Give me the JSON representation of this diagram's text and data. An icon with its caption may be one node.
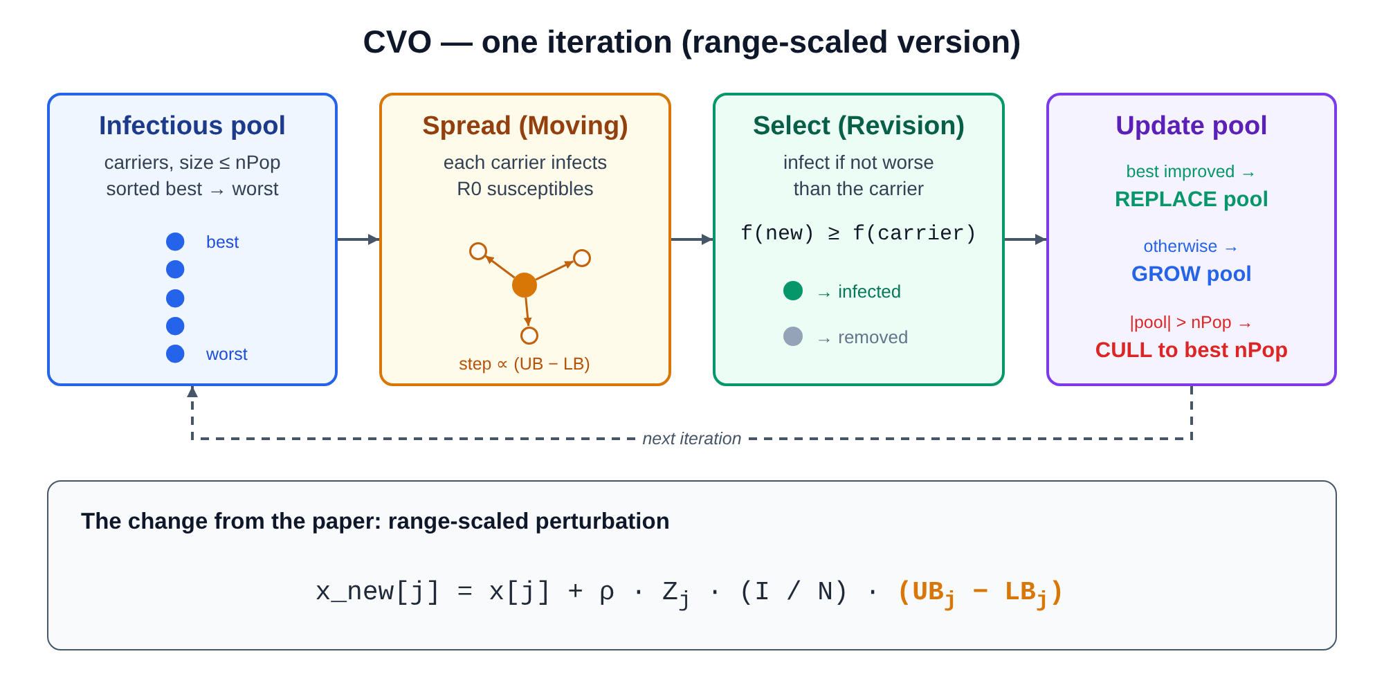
{
  "diagram": {
    "title": "CVO — one iteration (range-scaled version)",
    "nodes": [
      {
        "text": [
          "Infectious pool",
          "carriers, size ≤ nPop sorted best → worst",
          "best",
          "worst"
        ]
      },
      {
        "text": [
          "Spread (Moving)",
          "each carrier infects R0 susceptibles",
          "step ∝ (UB − LB)"
        ]
      },
      {
        "text": [],
        "shape": "circle",
        "in": 1
      },
      {
        "text": [],
        "shape": "circle",
        "in": 1
      },
      {
        "text": [],
        "shape": "circle",
        "in": 1
      },
      {
        "text": [],
        "shape": "circle",
        "in": 1
      },
      {
        "text": [
          "Select (Revision)",
          "infect if not worse than the carrier",
          "f(new) ≥ f(carrier)",
          "→ infected",
          "→ removed"
        ]
      },
      {
        "text": [
          "Update pool",
          "best improved →",
          "REPLACE pool",
          "otherwise →",
          "GROW pool",
          "|pool| > nPop →",
          "CULL to best nPop"
        ]
      },
      {
        "text": [
          "The change from the paper: range-scaled perturbation",
          "x_new[j] = x[j] + ρ · Z$_{j}$ · (I / N) · **(UB$_{j}$ − LB$_{j}$)**"
        ]
      }
    ],
    "edges": [
      {
        "from": 0,
        "to": 1,
        "arrow": "to"
      },
      {
        "from": 2,
        "to": 3,
        "arrow": "to",
        "color": "#c2620c"
      },
      {
        "from": 2,
        "to": 4,
        "arrow": "to",
        "color": "#c2620c"
      },
      {
        "from": 2,
        "to": 5,
        "arrow": "to",
        "color": "#c2620c"
      },
      {
        "from": 1,
        "to": 6,
        "arrow": "to"
      },
      {
        "from": 6,
        "to": 7,
        "arrow": "to"
      },
      {
        "from": 7,
        "to": 0,
        "arrow": "to",
        "label": "next iteration",
        "style": "dashed"
      }
    ]
  }
}
